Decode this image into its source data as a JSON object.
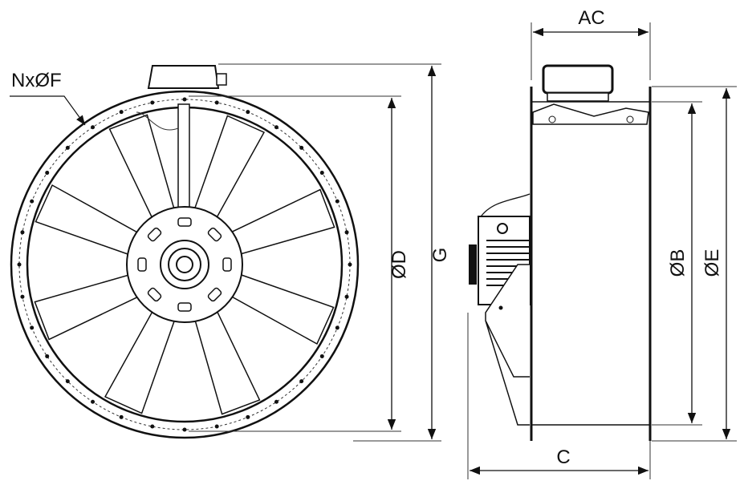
{
  "labels": {
    "holes": "NxØF",
    "inner_diameter_front": "ØD",
    "overall_height": "G",
    "width_ac": "AC",
    "length_c": "C",
    "diameter_b": "ØB",
    "diameter_e": "ØE"
  },
  "colors": {
    "line": "#111111",
    "background": "#ffffff"
  }
}
